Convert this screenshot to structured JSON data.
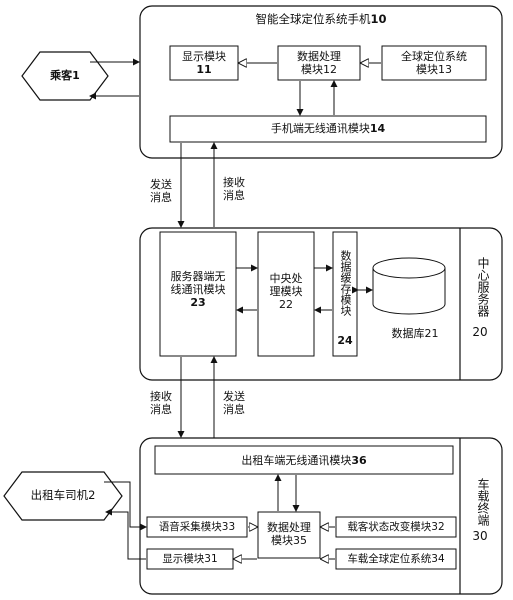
{
  "phone": {
    "title": "智能全球定位系统手机",
    "title_num": "10",
    "display_line1": "显示模块",
    "display_line2": "11",
    "dp_line1": "数据处理",
    "dp_line2": "模块12",
    "gps_line1": "全球定位系统",
    "gps_line2": "模块13",
    "wireless": "手机端无线通讯模块",
    "wireless_num": "14"
  },
  "passenger": {
    "label": "乘客1"
  },
  "link_top": {
    "send": "发送\n消息",
    "recv": "接收\n消息"
  },
  "server": {
    "name_vertical": "中心服务器",
    "name_num": "20",
    "wireless_line1": "服务器端无",
    "wireless_line2": "线通讯模块",
    "wireless_num": "23",
    "cpu_line1": "中央处",
    "cpu_line2": "理模块",
    "cpu_num": "22",
    "cache_vertical": "数据缓存模块",
    "cache_num": "24",
    "db_label": "数据库21"
  },
  "link_bottom": {
    "recv": "接收\n消息",
    "send": "发送\n消息"
  },
  "vehicle": {
    "name_vertical": "车载终端",
    "name_num": "30",
    "wireless": "出租车端无线通讯模块",
    "wireless_num": "36",
    "voice": "语音采集模块33",
    "display": "显示模块31",
    "dp_line1": "数据处理",
    "dp_line2": "模块35",
    "status": "载客状态改变模块32",
    "gps": "车载全球定位系统34"
  },
  "driver": {
    "label": "出租车司机2"
  }
}
